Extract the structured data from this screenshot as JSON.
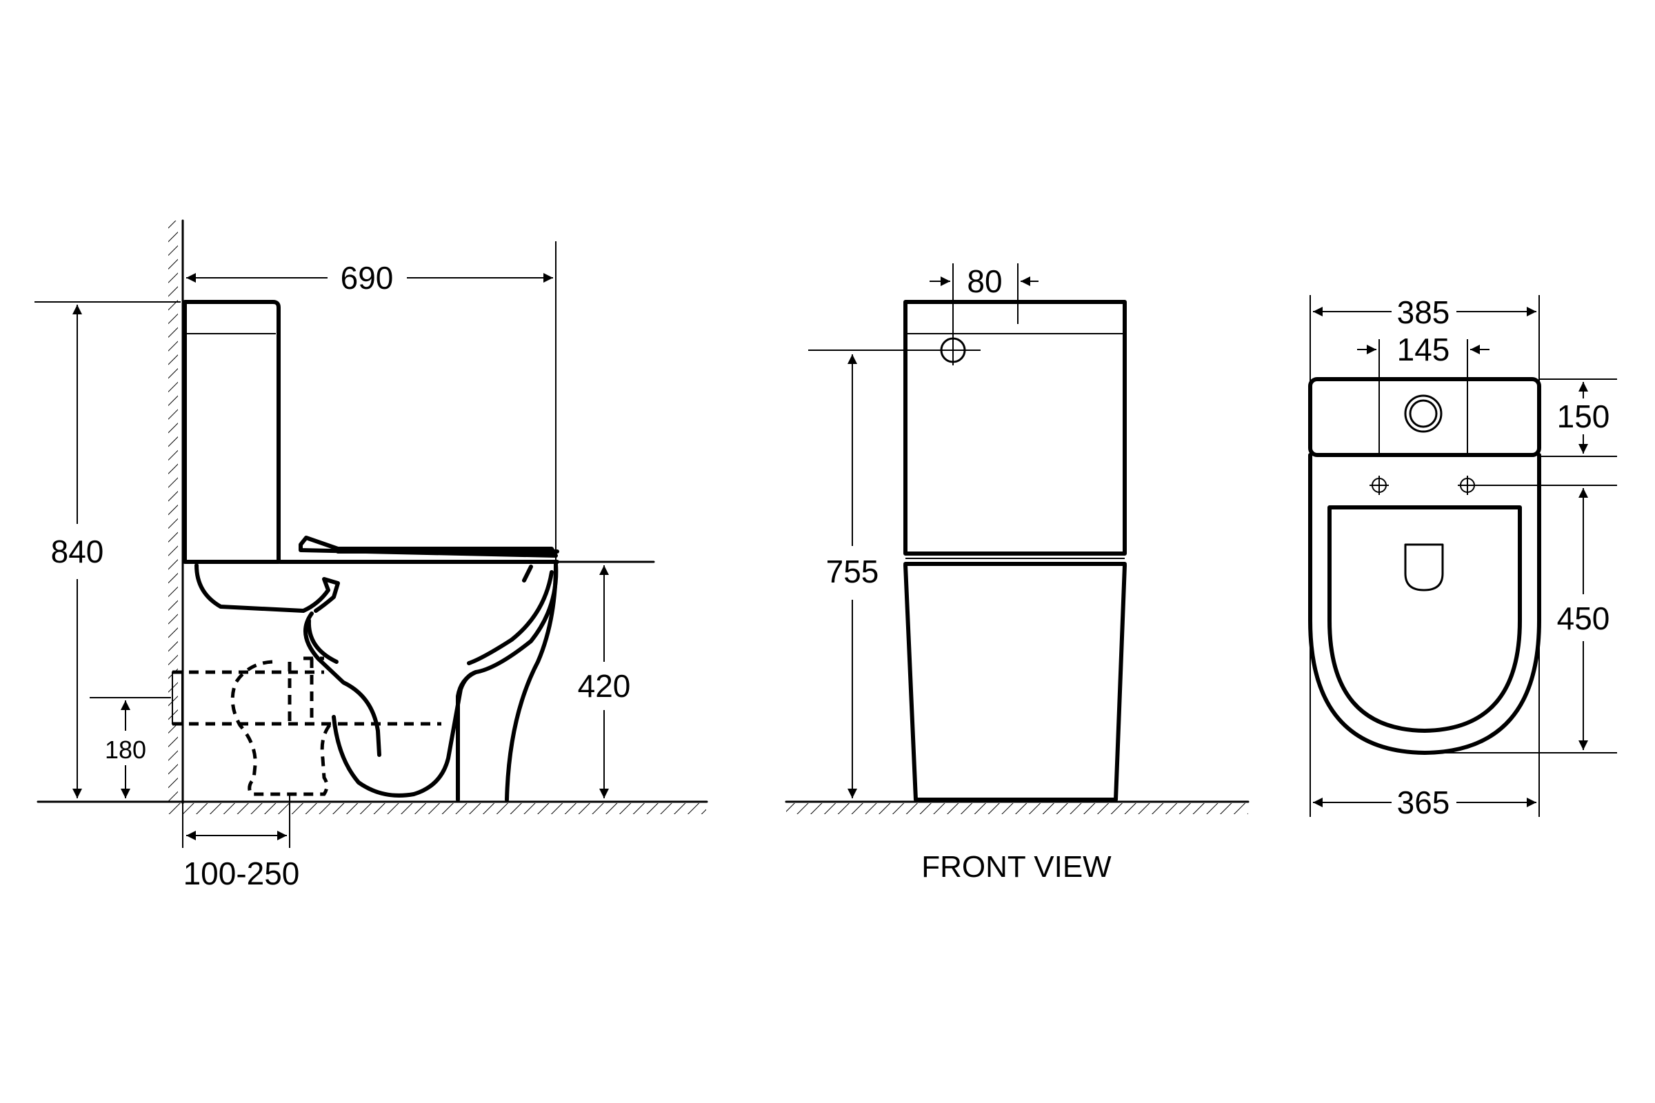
{
  "side_view": {
    "dims": {
      "width": "690",
      "height": "840",
      "drain_height": "180",
      "seat_height": "420",
      "rough_in": "100-250"
    }
  },
  "front_view": {
    "caption": "FRONT VIEW",
    "dims": {
      "inlet_offset": "80",
      "inlet_height": "755"
    }
  },
  "top_view": {
    "dims": {
      "tank_width": "385",
      "button_spacing": "145",
      "tank_depth": "150",
      "bowl_length": "450",
      "base_width": "365"
    }
  }
}
